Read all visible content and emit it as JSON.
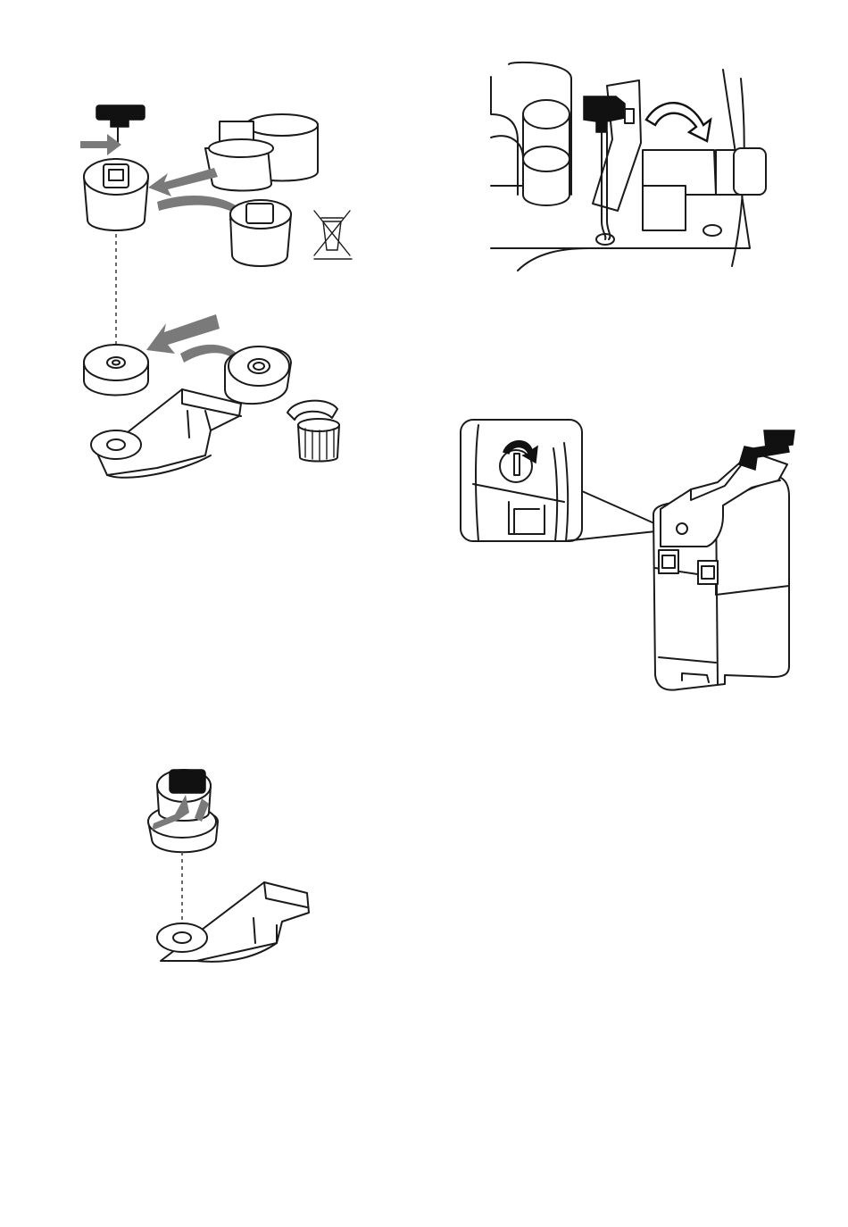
{
  "figures": [
    {
      "id": "fig-filter-replace",
      "description_icon": "filter-cartridge-icon"
    },
    {
      "id": "fig-cable-route",
      "description_icon": "cable-clip-icon"
    },
    {
      "id": "fig-cover-lock",
      "description_icon": "lock-turn-icon"
    },
    {
      "id": "fig-filter-insert",
      "description_icon": "filter-insert-icon"
    }
  ],
  "colors": {
    "line": "#1a1a1a",
    "arrow": "#7a7a7a",
    "black": "#111111"
  }
}
